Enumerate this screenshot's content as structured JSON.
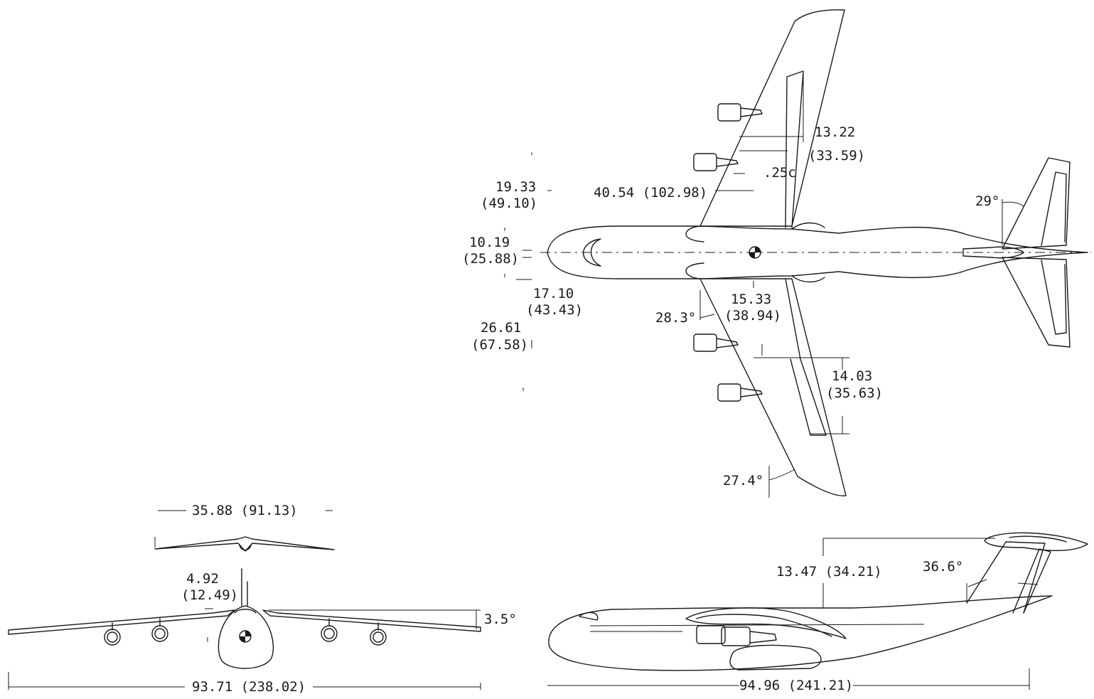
{
  "top_view": {
    "labels": {
      "chord_13_22": "13.22",
      "chord_33_59": "(33.59)",
      "quarter_chord": ".25c",
      "span_19_33": "19.33",
      "span_49_10": "(49.10)",
      "length_40_54": "40.54 (102.98)",
      "span_10_19": "10.19",
      "span_25_88": "(25.88)",
      "span_17_10": "17.10",
      "span_43_43": "(43.43)",
      "span_26_61": "26.61",
      "span_67_58": "(67.58)",
      "chord_15_33": "15.33",
      "chord_38_94": "(38.94)",
      "sweep_28_3": "28.3°",
      "chord_14_03": "14.03",
      "chord_35_63": "(35.63)",
      "sweep_27_4": "27.4°",
      "tail_sweep_29": "29°"
    }
  },
  "front_view": {
    "labels": {
      "tail_span": "35.88 (91.13)",
      "fin_4_92": "4.92",
      "fin_12_49": "(12.49)",
      "dihedral": "3.5°",
      "wing_span": "93.71 (238.02)"
    }
  },
  "side_view": {
    "labels": {
      "height": "13.47 (34.21)",
      "fin_sweep": "36.6°",
      "length": "94.96 (241.21)"
    }
  }
}
